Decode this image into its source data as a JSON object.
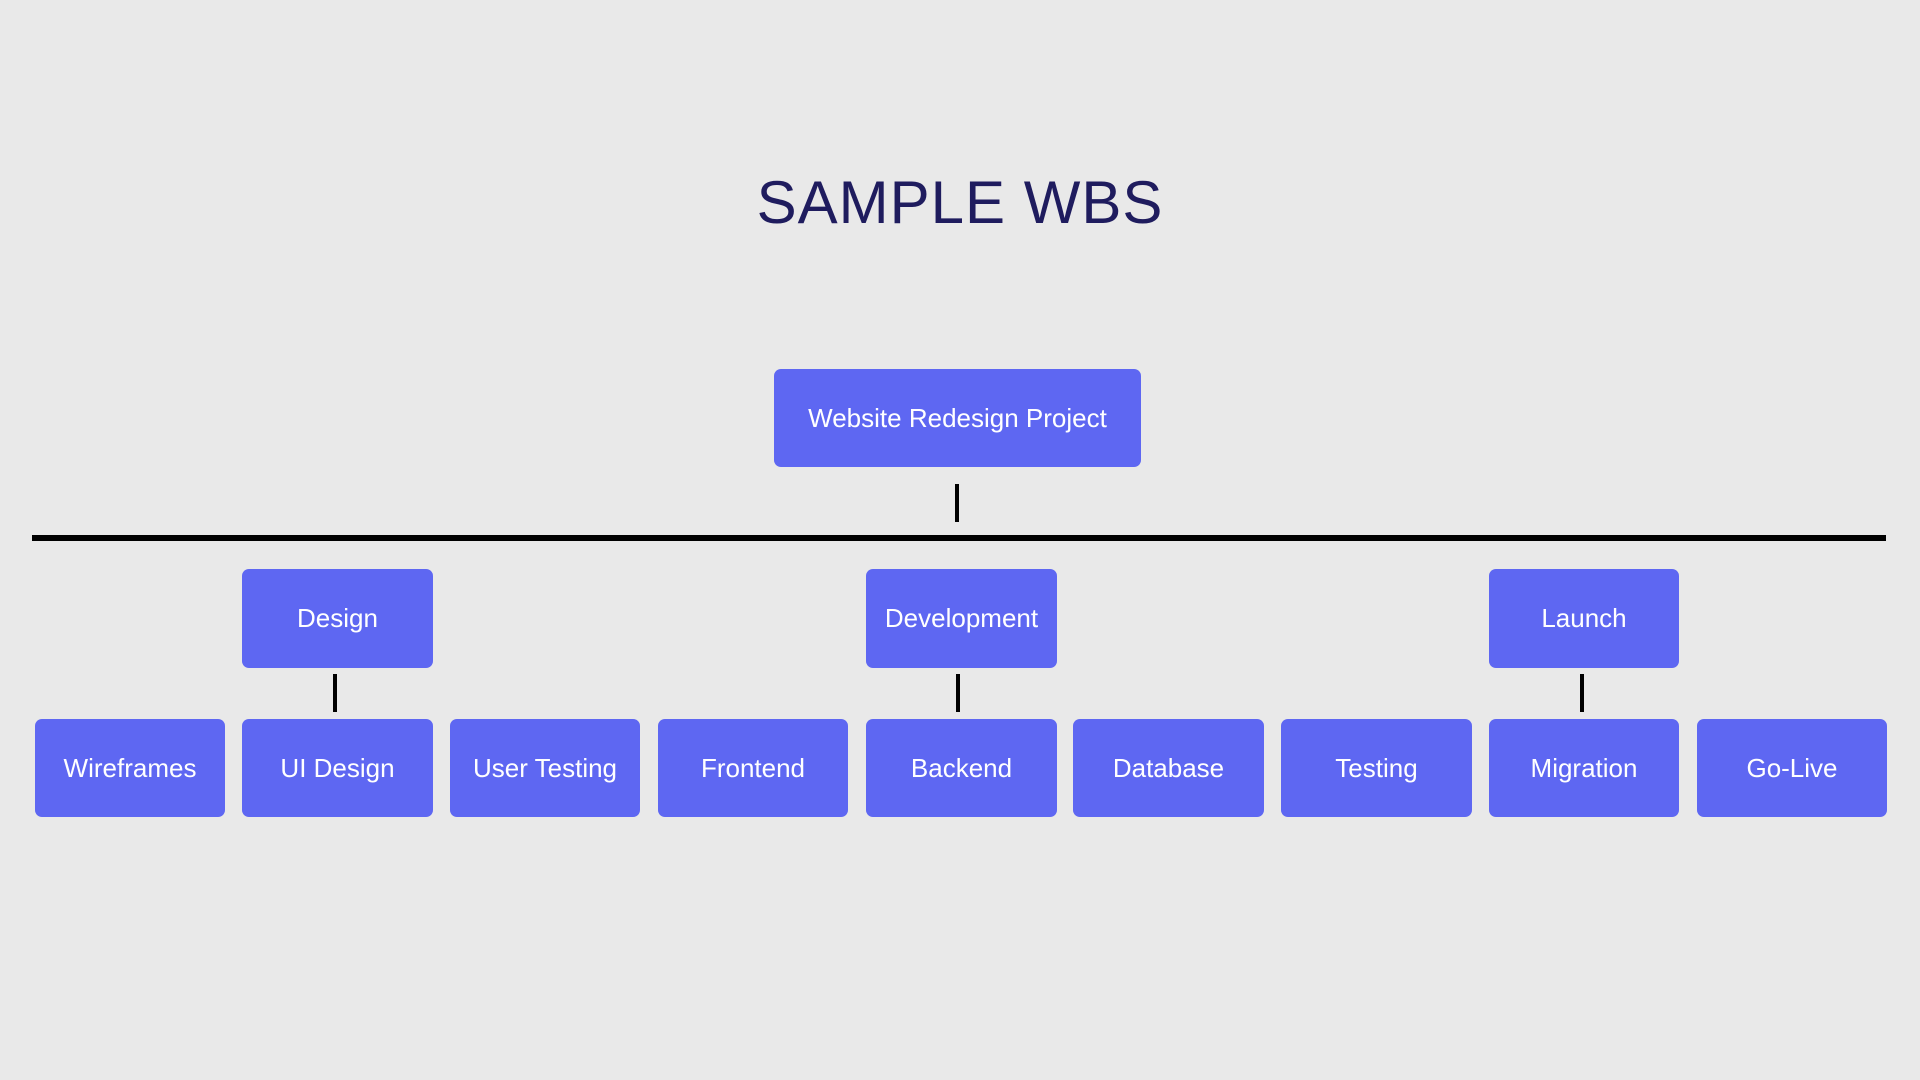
{
  "title": "SAMPLE WBS",
  "colors": {
    "background": "#E9E9E9",
    "node_fill": "#5E67F2",
    "title_text": "#1F1C5E",
    "node_text": "#FFFFFF",
    "connector": "#000000"
  },
  "root": {
    "label": "Website Redesign Project"
  },
  "phases": [
    {
      "label": "Design"
    },
    {
      "label": "Development"
    },
    {
      "label": "Launch"
    }
  ],
  "tasks": [
    {
      "label": "Wireframes"
    },
    {
      "label": "UI Design"
    },
    {
      "label": "User Testing"
    },
    {
      "label": "Frontend"
    },
    {
      "label": "Backend"
    },
    {
      "label": "Database"
    },
    {
      "label": "Testing"
    },
    {
      "label": "Migration"
    },
    {
      "label": "Go-Live"
    }
  ]
}
